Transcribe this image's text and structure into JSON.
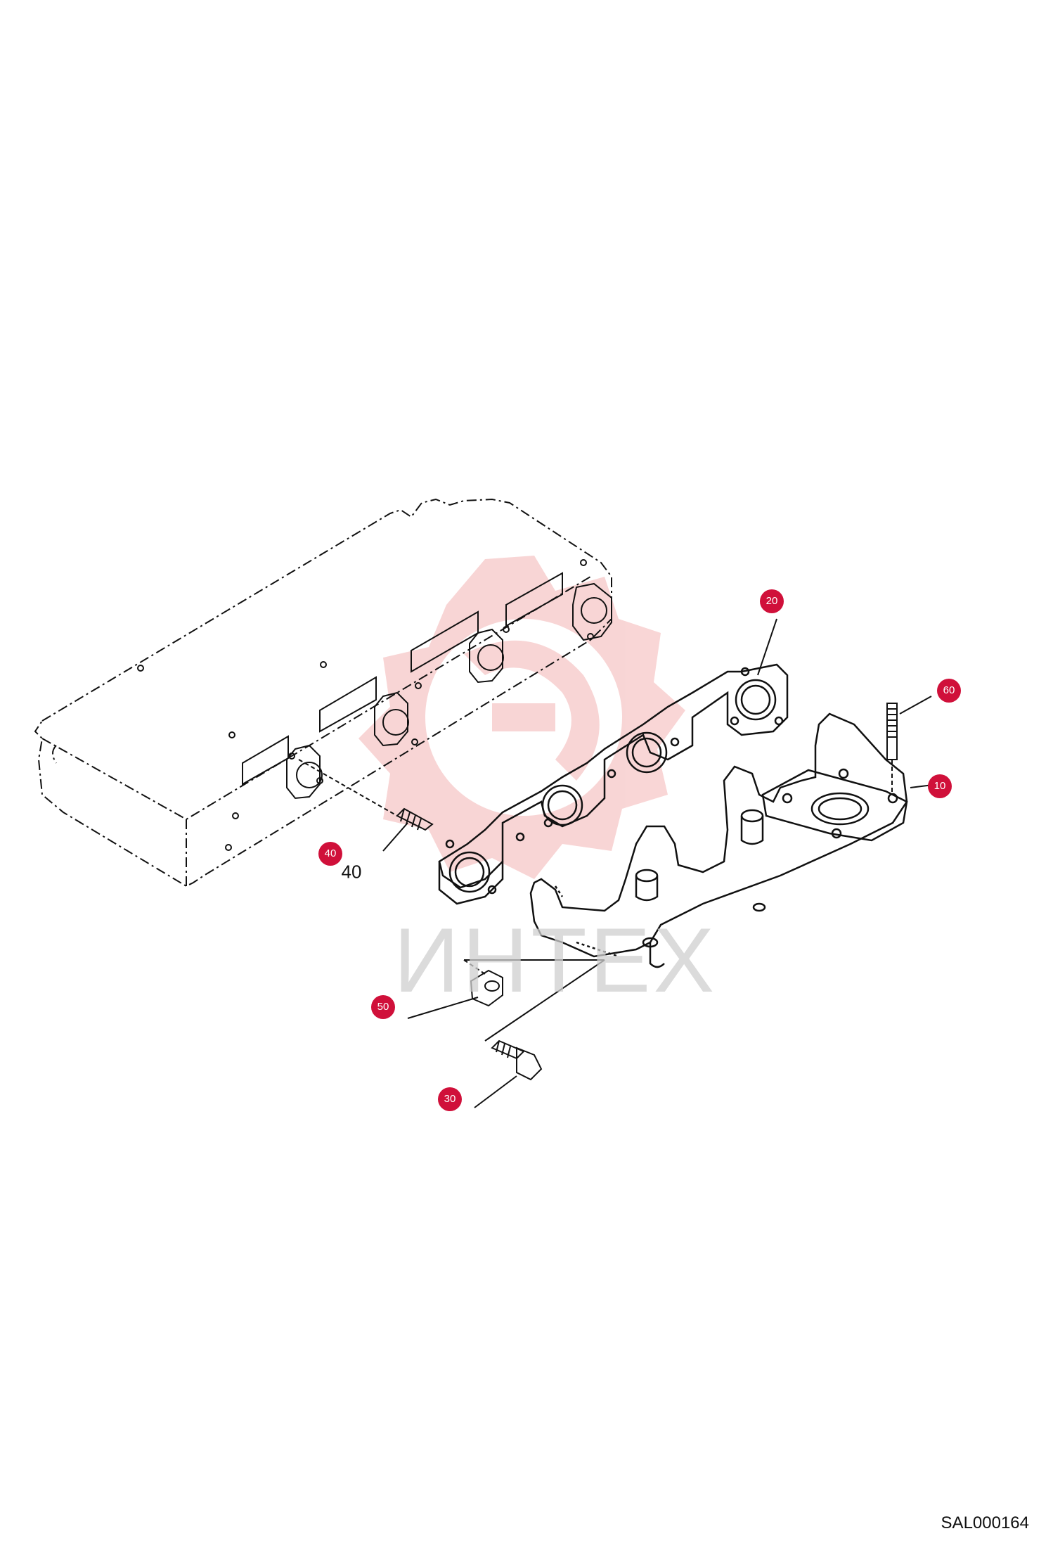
{
  "diagram": {
    "reference_code": "SAL000164",
    "watermark_text": "ИНТЕХ",
    "colors": {
      "callout": "#d0103a",
      "watermark": "#f4b4b4",
      "line": "#111111"
    },
    "callouts": [
      {
        "id": "10",
        "label": "10"
      },
      {
        "id": "20",
        "label": "20"
      },
      {
        "id": "30",
        "label": "30"
      },
      {
        "id": "40",
        "label": "40"
      },
      {
        "id": "50",
        "label": "50"
      },
      {
        "id": "60",
        "label": "60"
      }
    ],
    "plain_labels": {
      "part_40": "40"
    }
  }
}
